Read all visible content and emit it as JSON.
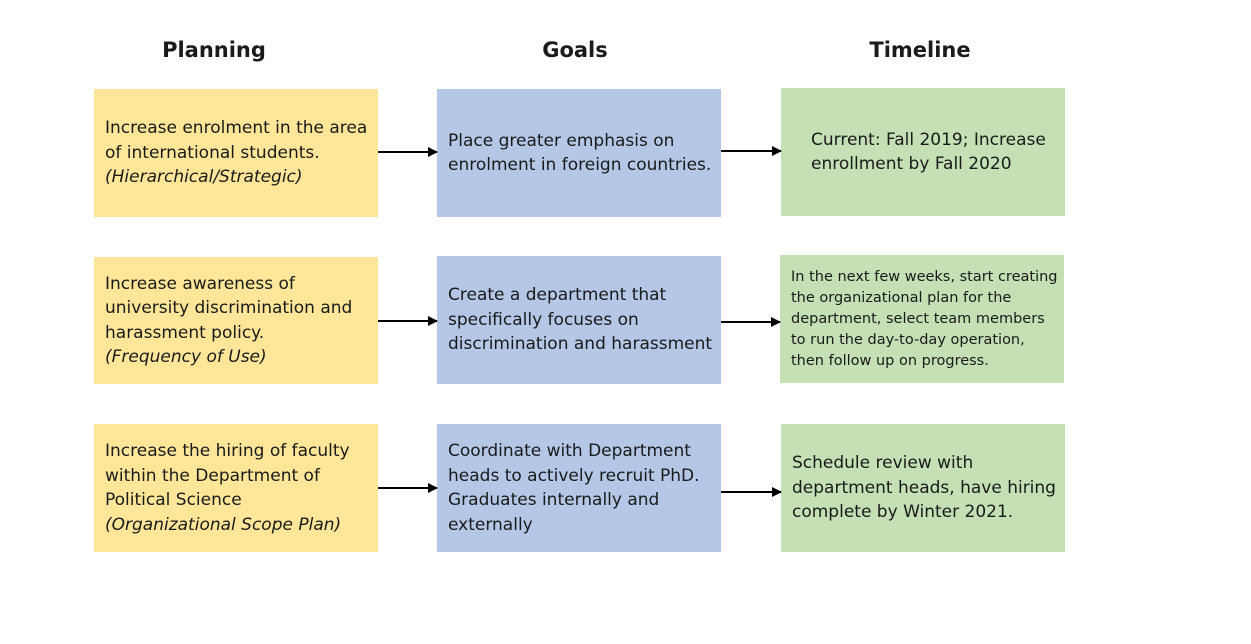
{
  "headers": {
    "planning": "Planning",
    "goals": "Goals",
    "timeline": "Timeline"
  },
  "rows": [
    {
      "planning": [
        "Increase enrolment in the area",
        "of international students."
      ],
      "planning_type": "(Hierarchical/Strategic)",
      "goal": [
        "Place greater emphasis on",
        "enrolment in foreign countries."
      ],
      "timeline": [
        "Current: Fall 2019; Increase",
        "enrollment by Fall 2020"
      ]
    },
    {
      "planning": [
        "Increase awareness of",
        "university discrimination and",
        "harassment policy."
      ],
      "planning_type": "(Frequency of Use)",
      "goal": [
        "Create a department that",
        "specifically focuses on",
        "discrimination and harassment"
      ],
      "timeline": [
        "In the next few weeks, start creating",
        "the organizational plan for the",
        "department, select team members",
        "to run the day-to-day operation,",
        "then follow up on progress."
      ]
    },
    {
      "planning": [
        "Increase the hiring of faculty",
        "within the Department of",
        "Political Science"
      ],
      "planning_type": "(Organizational Scope Plan)",
      "goal": [
        "Coordinate with Department",
        "heads to actively recruit PhD.",
        "Graduates internally and",
        "externally"
      ],
      "timeline": [
        "Schedule review with",
        "department heads, have hiring",
        "complete by Winter 2021."
      ]
    }
  ],
  "colors": {
    "planning": "#ffe699",
    "goals": "#b4c7e7",
    "timeline": "#c5e0b4"
  }
}
